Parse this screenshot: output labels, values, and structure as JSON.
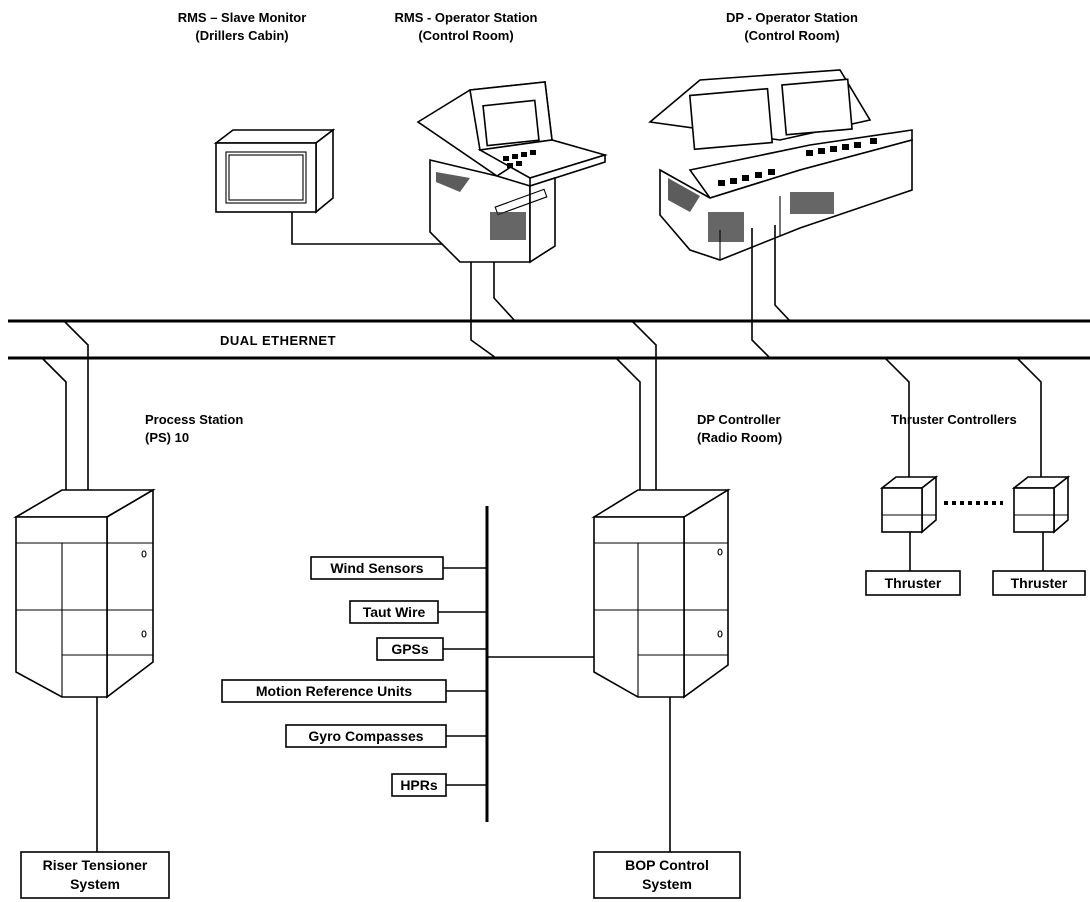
{
  "captions": {
    "slave_monitor": [
      "RMS – Slave Monitor",
      "(Drillers Cabin)"
    ],
    "rms_station": [
      "RMS - Operator Station",
      "(Control Room)"
    ],
    "dp_station": [
      "DP - Operator Station",
      "(Control Room)"
    ],
    "process_station": [
      "Process Station",
      "(PS) 10"
    ],
    "dp_controller": [
      "DP Controller",
      "(Radio Room)"
    ],
    "thruster_controllers": "Thruster Controllers"
  },
  "network_label": "DUAL ETHERNET",
  "sensors": [
    "Wind Sensors",
    "Taut Wire",
    "GPSs",
    "Motion Reference Units",
    "Gyro Compasses",
    "HPRs"
  ],
  "thrusters": [
    "Thruster",
    "Thruster"
  ],
  "systems": {
    "riser": [
      "Riser Tensioner",
      "System"
    ],
    "bop": [
      "BOP Control",
      "System"
    ]
  }
}
